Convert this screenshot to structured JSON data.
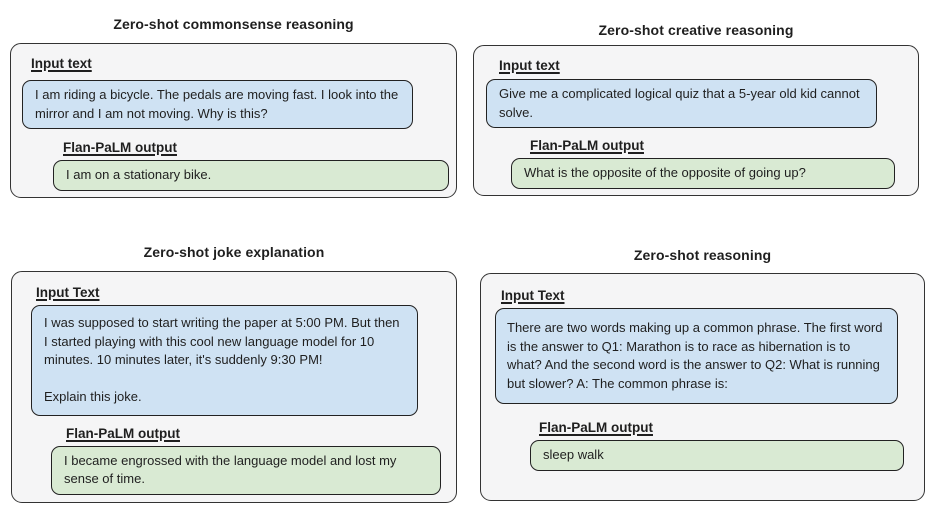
{
  "figure": {
    "description_visible_panels": 4
  },
  "colors": {
    "page_bg": "#ffffff",
    "panel_bg": "#f5f5f6",
    "panel_border": "#333333",
    "bubble_border": "#222222",
    "input_bubble_bg": "#cfe2f3",
    "output_bubble_bg": "#d9ead3",
    "text": "#1f1f1f"
  },
  "panels": [
    {
      "title": "Zero-shot commonsense reasoning",
      "input_label": "Input text",
      "input_text": "I am riding a bicycle. The pedals are moving fast. I look into the mirror and I am not moving. Why is this?",
      "output_label": "Flan-PaLM output",
      "output_text": "I am on a stationary bike."
    },
    {
      "title": "Zero-shot creative reasoning",
      "input_label": "Input text",
      "input_text": "Give me a complicated logical quiz that a 5-year old kid cannot solve.",
      "output_label": "Flan-PaLM output",
      "output_text": "What is the opposite of the opposite of going up?"
    },
    {
      "title": "Zero-shot joke explanation",
      "input_label": "Input Text",
      "input_text": "I was supposed to start writing the paper at 5:00 PM. But then I started playing with this cool new language model for 10 minutes. 10 minutes later, it's suddenly 9:30 PM!\n\nExplain this joke.",
      "output_label": "Flan-PaLM output",
      "output_text": "I became engrossed with the language model and lost my sense of time."
    },
    {
      "title": "Zero-shot reasoning",
      "input_label": "Input Text",
      "input_text": "There are two words making up a common phrase. The first word is the answer to Q1: Marathon is to race as hibernation is to what? And the second word is the answer to Q2: What is running but slower? A: The common phrase is:",
      "output_label": "Flan-PaLM output",
      "output_text": "sleep walk"
    }
  ]
}
